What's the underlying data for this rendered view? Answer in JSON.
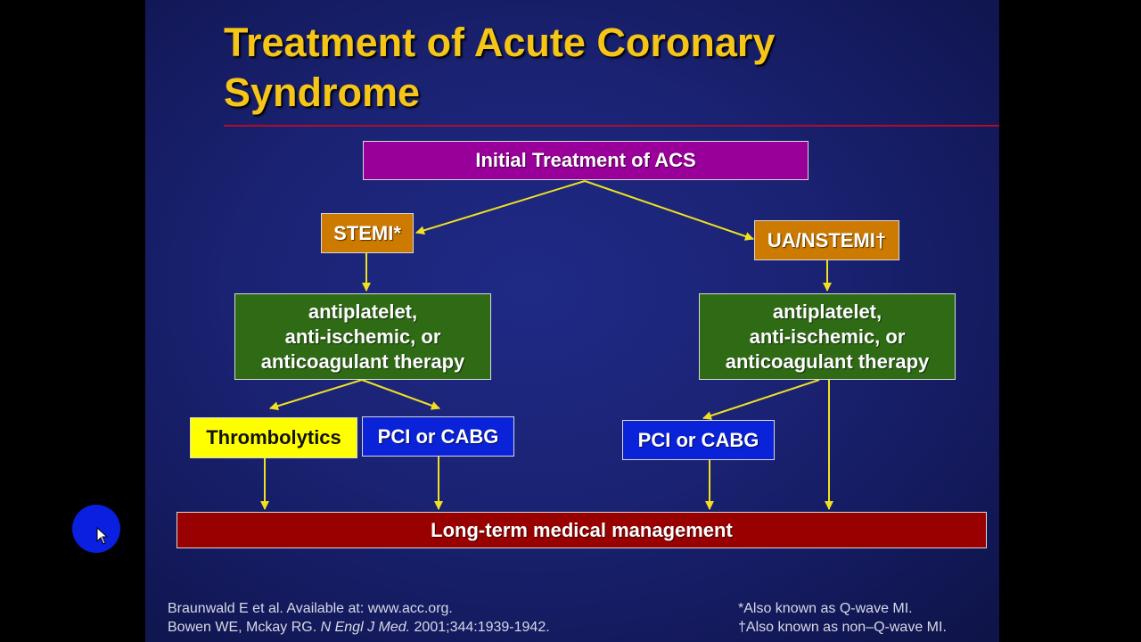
{
  "slide": {
    "title_line1": "Treatment of Acute Coronary",
    "title_line2": "Syndrome"
  },
  "flowchart": {
    "initial": "Initial Treatment of ACS",
    "stemi": "STEMI*",
    "ua_nstemi": "UA/NSTEMI†",
    "therapy_left": [
      "antiplatelet,",
      "anti-ischemic, or",
      "anticoagulant therapy"
    ],
    "therapy_right": [
      "antiplatelet,",
      "anti-ischemic, or",
      "anticoagulant therapy"
    ],
    "thrombolytics": "Thrombolytics",
    "pci_left": "PCI or CABG",
    "pci_right": "PCI or CABG",
    "long_term": "Long-term medical management"
  },
  "references": {
    "ref1": "Braunwald E et al. Available at: www.acc.org.",
    "ref2_authors": "Bowen WE, Mckay RG. ",
    "ref2_journal": "N Engl J Med.",
    "ref2_rest": " 2001;344:1939-1942.",
    "note1": "*Also known as Q-wave MI.",
    "note2": "†Also known as non–Q-wave MI."
  },
  "colors": {
    "background": "#1a2272",
    "title": "#f5c518",
    "arrow": "#f0e020",
    "initial_box": "#990099",
    "classification_box": "#cc7a00",
    "therapy_box": "#2e6b14",
    "thrombolytics_box": "#ffff00",
    "pci_box": "#0a22d8",
    "long_term_box": "#990000"
  },
  "icons": {
    "cursor": "pointer-arrow-icon"
  }
}
